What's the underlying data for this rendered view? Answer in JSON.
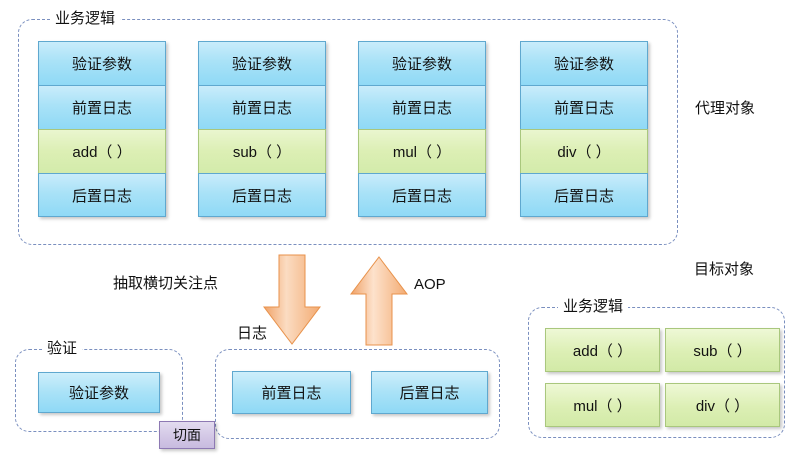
{
  "proxy_section": {
    "group_label": "业务逻辑",
    "side_label": "代理对象",
    "columns": [
      {
        "name": "add-column",
        "cells": [
          "验证参数",
          "前置日志",
          "add（ ）",
          "后置日志"
        ]
      },
      {
        "name": "sub-column",
        "cells": [
          "验证参数",
          "前置日志",
          "sub（ ）",
          "后置日志"
        ]
      },
      {
        "name": "mul-column",
        "cells": [
          "验证参数",
          "前置日志",
          "mul（ ）",
          "后置日志"
        ]
      },
      {
        "name": "div-column",
        "cells": [
          "验证参数",
          "前置日志",
          "div（ ）",
          "后置日志"
        ]
      }
    ]
  },
  "middle": {
    "extract_label": "抽取横切关注点",
    "aop_label": "AOP",
    "down_arrow": "down-arrow",
    "up_arrow": "up-arrow",
    "arrow_color": "#f4a460"
  },
  "aspect_section": {
    "validate_group_label": "验证",
    "log_group_label": "日志",
    "aspect_badge": "切面",
    "validate_boxes": [
      "验证参数"
    ],
    "log_boxes": [
      "前置日志",
      "后置日志"
    ]
  },
  "target_section": {
    "title": "目标对象",
    "group_label": "业务逻辑",
    "methods": [
      "add（ ）",
      "sub（ ）",
      "mul（ ）",
      "div（ ）"
    ]
  },
  "colors": {
    "blue_fill": "#a9e2f7",
    "blue_border": "#5fa8cf",
    "green_fill": "#dcefb4",
    "green_border": "#a9c77d",
    "purple_fill": "#d3c8e6",
    "dashed_border": "#7a8fbf",
    "arrow_orange": "#f4a460"
  }
}
